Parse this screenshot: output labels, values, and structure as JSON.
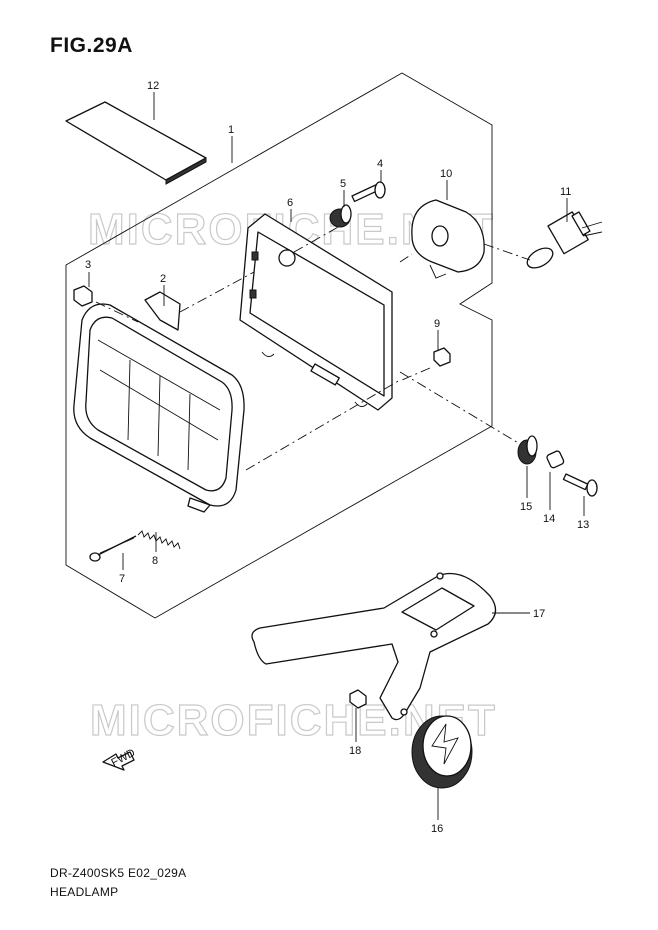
{
  "figure": {
    "title": "FIG.29A",
    "code": "DR-Z400SK5 E02_029A",
    "name": "HEADLAMP"
  },
  "watermark": "MICROFICHE.NET",
  "fwd_label": "FWD",
  "callouts": [
    "1",
    "2",
    "3",
    "4",
    "5",
    "6",
    "7",
    "8",
    "9",
    "10",
    "11",
    "12",
    "13",
    "14",
    "15",
    "16",
    "17",
    "18"
  ]
}
